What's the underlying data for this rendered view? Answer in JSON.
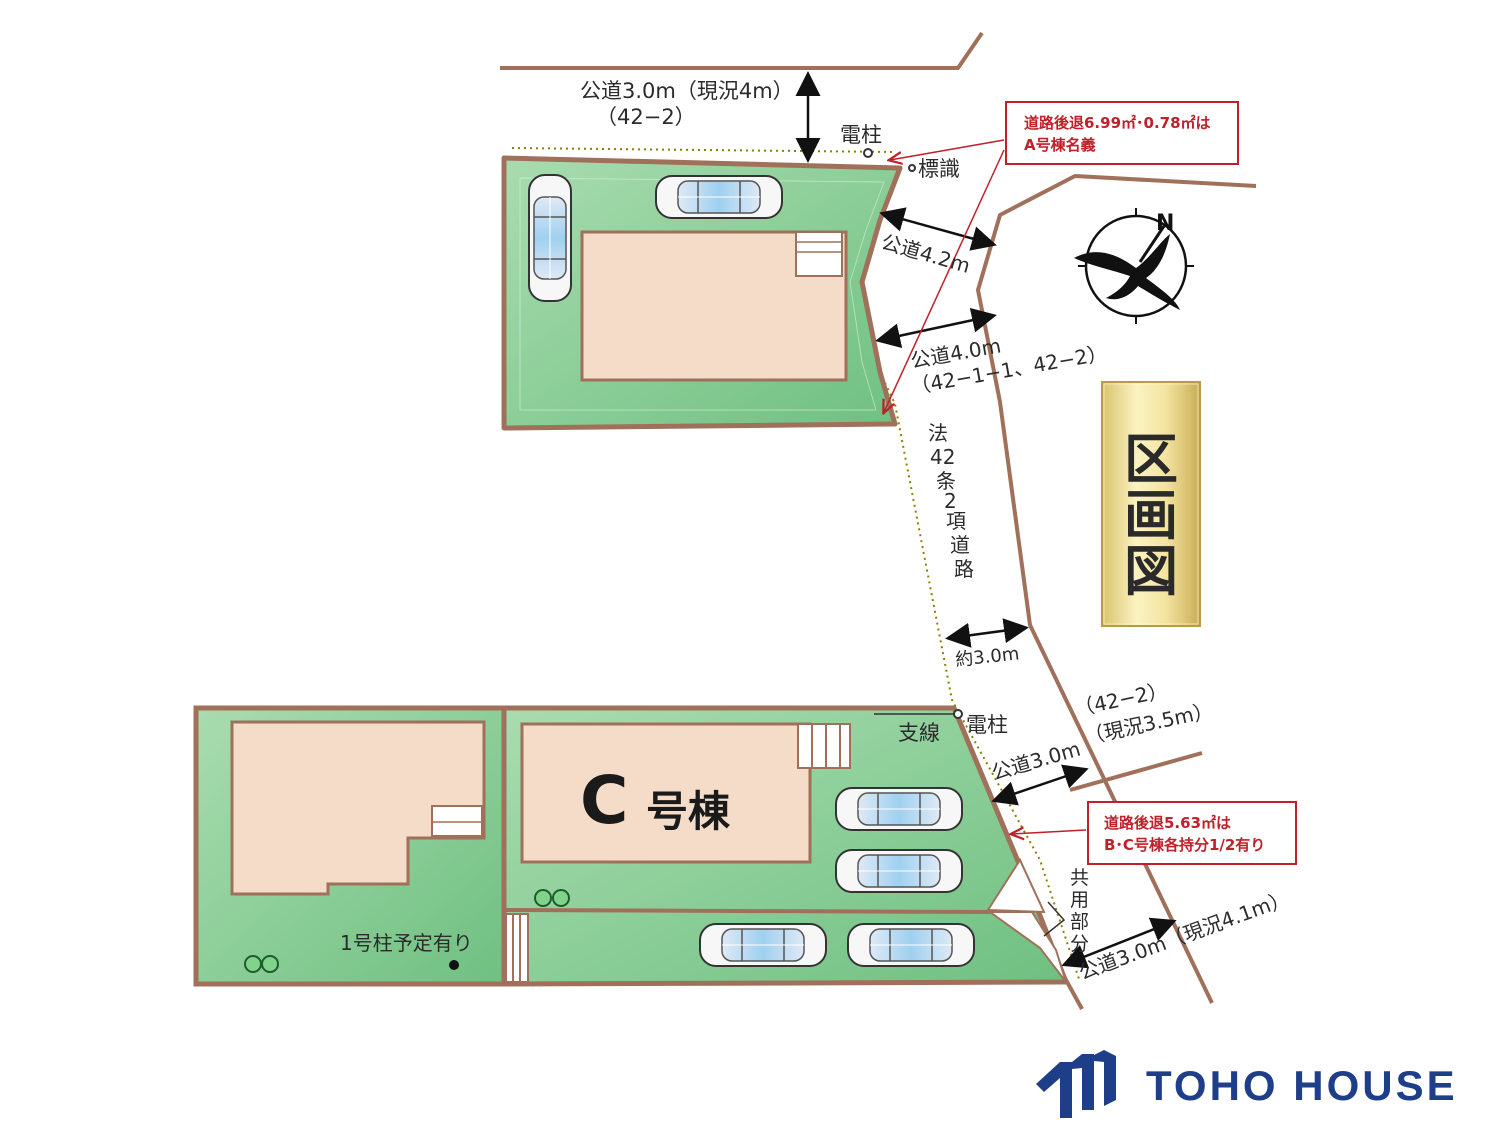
{
  "title": "区画図",
  "title_chars": [
    "区",
    "画",
    "図"
  ],
  "brand": {
    "name": "TOHO HOUSE",
    "color": "#1f3e8a"
  },
  "colors": {
    "lot_fill": "#8fd19a",
    "lot_border": "#a0705a",
    "building_fill": "#f4dcc8",
    "road_line": "#a0705a",
    "callout_border": "#c0202a",
    "callout_text": "#c0202a"
  },
  "labels": {
    "road_top": "公道3.0m（現況4m）",
    "road_top_code": "（42−2）",
    "pole_top": "電柱",
    "sign": "標識",
    "road_42": "公道4.2m",
    "road_40": "公道4.0m",
    "road_40_code": "（42−1−1、42−2）",
    "article_road": [
      "法",
      "42",
      "条",
      "2",
      "項",
      "道",
      "路"
    ],
    "approx_30": "約3.0m",
    "guy_wire": "支線",
    "pole_mid": "電柱",
    "code_422": "（42−2）",
    "current_35": "（現況3.5m）",
    "road_30_mid": "公道3.0m",
    "shared": [
      "共",
      "用",
      "部",
      "分"
    ],
    "road_30_bottom": "公道3.0m（現況4.1m）",
    "pole_plan": "1号柱予定有り",
    "building_c": "C",
    "building_c_suffix": "号棟",
    "north": "N"
  },
  "callouts": {
    "top": {
      "line1": "道路後退6.99㎡･0.78㎡は",
      "line2": "A号棟名義"
    },
    "bottom": {
      "line1": "道路後退5.63㎡は",
      "line2": "B･C号棟各持分1/2有り"
    }
  },
  "icons": [
    "car-icon",
    "compass-icon",
    "utility-pole-icon",
    "tree-icon",
    "stair-icon",
    "brand-logo-icon"
  ]
}
